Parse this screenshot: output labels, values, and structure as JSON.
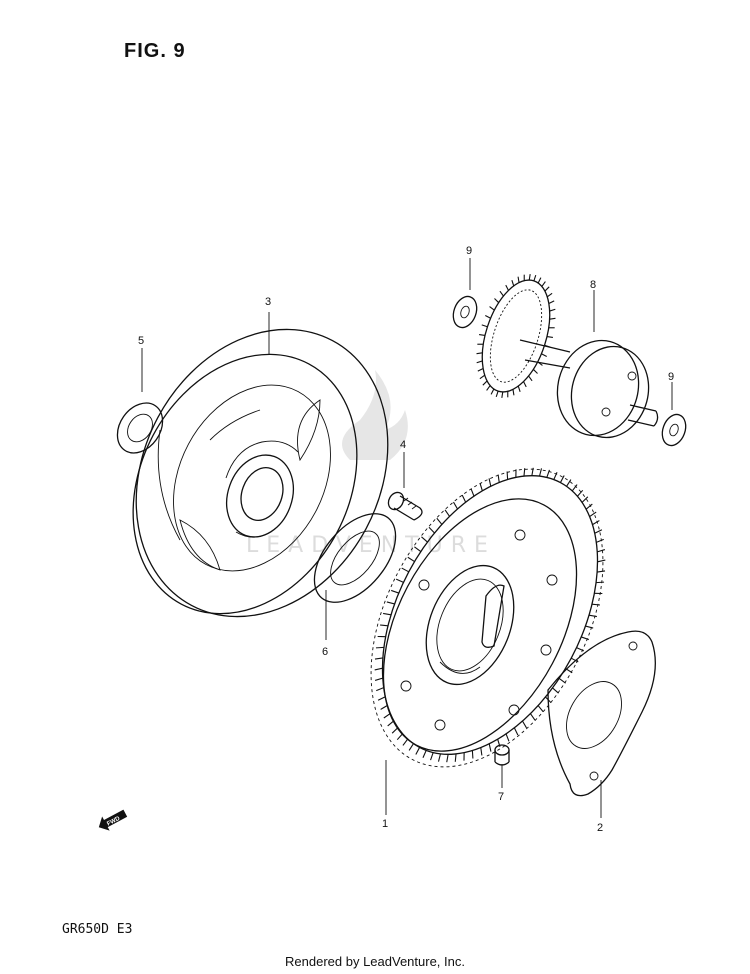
{
  "figure": {
    "title": "FIG. 9"
  },
  "model": "GR650D  E3",
  "credit": "Rendered by LeadVenture, Inc.",
  "watermark": "LEADVENTURE",
  "callouts": [
    {
      "id": "c1",
      "label": "1"
    },
    {
      "id": "c2",
      "label": "2"
    },
    {
      "id": "c3",
      "label": "3"
    },
    {
      "id": "c4",
      "label": "4"
    },
    {
      "id": "c5",
      "label": "5"
    },
    {
      "id": "c6",
      "label": "6"
    },
    {
      "id": "c7",
      "label": "7"
    },
    {
      "id": "c8",
      "label": "8"
    },
    {
      "id": "c9a",
      "label": "9"
    },
    {
      "id": "c9b",
      "label": "9"
    }
  ],
  "fwd_label": "FWD",
  "colors": {
    "ink": "#111111",
    "watermark": "#d9d9d9",
    "background": "#ffffff"
  }
}
